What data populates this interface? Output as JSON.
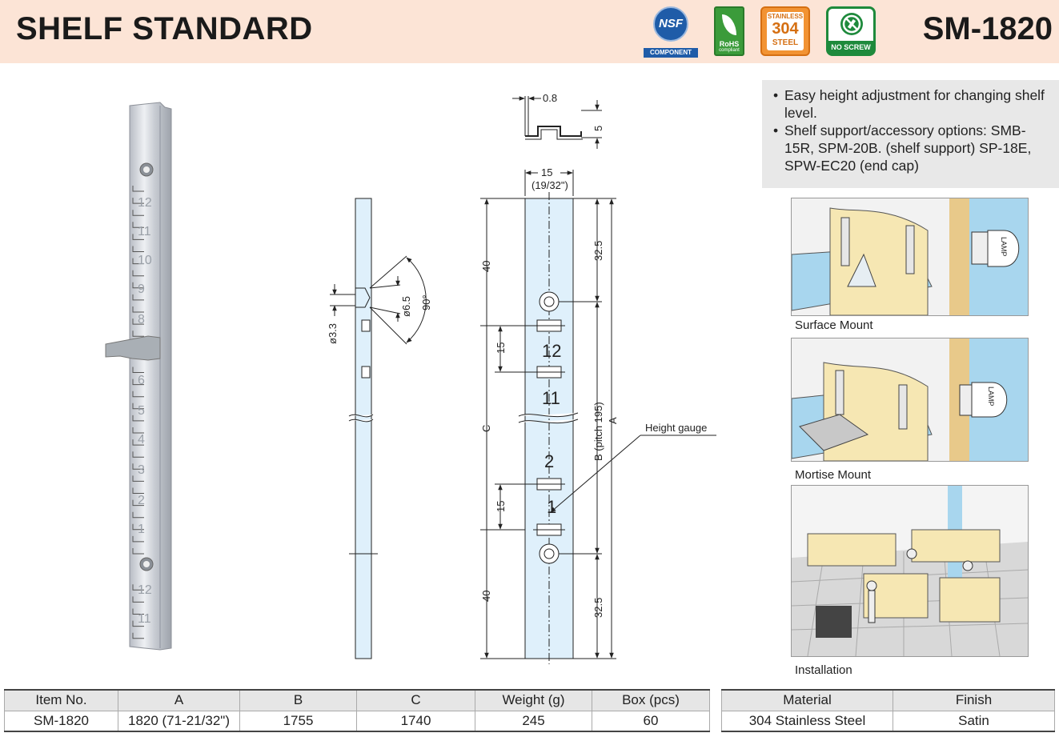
{
  "header": {
    "title": "SHELF STANDARD",
    "model": "SM-1820",
    "badges": {
      "nsf_main": "NSF",
      "nsf_sub": "COMPONENT",
      "rohs_main": "RoHS",
      "rohs_sub": "compliant",
      "ss_l1": "STAINLESS",
      "ss_l2": "304",
      "ss_l3": "STEEL",
      "noscrew": "NO SCREW"
    }
  },
  "features": [
    "Easy height adjustment for changing shelf level.",
    "Shelf support/accessory options: SMB-15R, SPM-20B. (shelf support) SP-18E, SPW-EC20 (end cap)"
  ],
  "photos": {
    "surface": {
      "caption": "Surface Mount",
      "lamp": "LAMP"
    },
    "mortise": {
      "caption": "Mortise Mount",
      "lamp": "LAMP"
    },
    "installation": {
      "caption": "Installation"
    }
  },
  "drawing": {
    "strip_numbers": [
      "12",
      "11",
      "10",
      "9",
      "8",
      "6",
      "5",
      "4",
      "3",
      "2",
      "1",
      "12",
      "11"
    ],
    "thickness": "0.8",
    "depth": "5",
    "width_mm": "15",
    "width_in": "(19/32\")",
    "hole_small": "ø3.3",
    "hole_large": "ø6.5",
    "angle": "90°",
    "end_offset": "40",
    "pitch_15": "15",
    "hole_offset": "32.5",
    "dim_c": "C",
    "dim_b": "B (pitch 195)",
    "dim_a": "A",
    "gauge_top_1": "12",
    "gauge_top_2": "11",
    "gauge_bot_1": "2",
    "gauge_bot_2": "1",
    "height_gauge": "Height gauge"
  },
  "table1": {
    "headers": [
      "Item No.",
      "A",
      "B",
      "C",
      "Weight (g)",
      "Box (pcs)"
    ],
    "row": [
      "SM-1820",
      "1820 (71-21/32\")",
      "1755",
      "1740",
      "245",
      "60"
    ]
  },
  "table2": {
    "headers": [
      "Material",
      "Finish"
    ],
    "row": [
      "304 Stainless Steel",
      "Satin"
    ]
  },
  "colors": {
    "header_bg": "#fce4d6",
    "drawing_fill": "#dff0fb",
    "feature_bg": "#e8e8e8"
  }
}
